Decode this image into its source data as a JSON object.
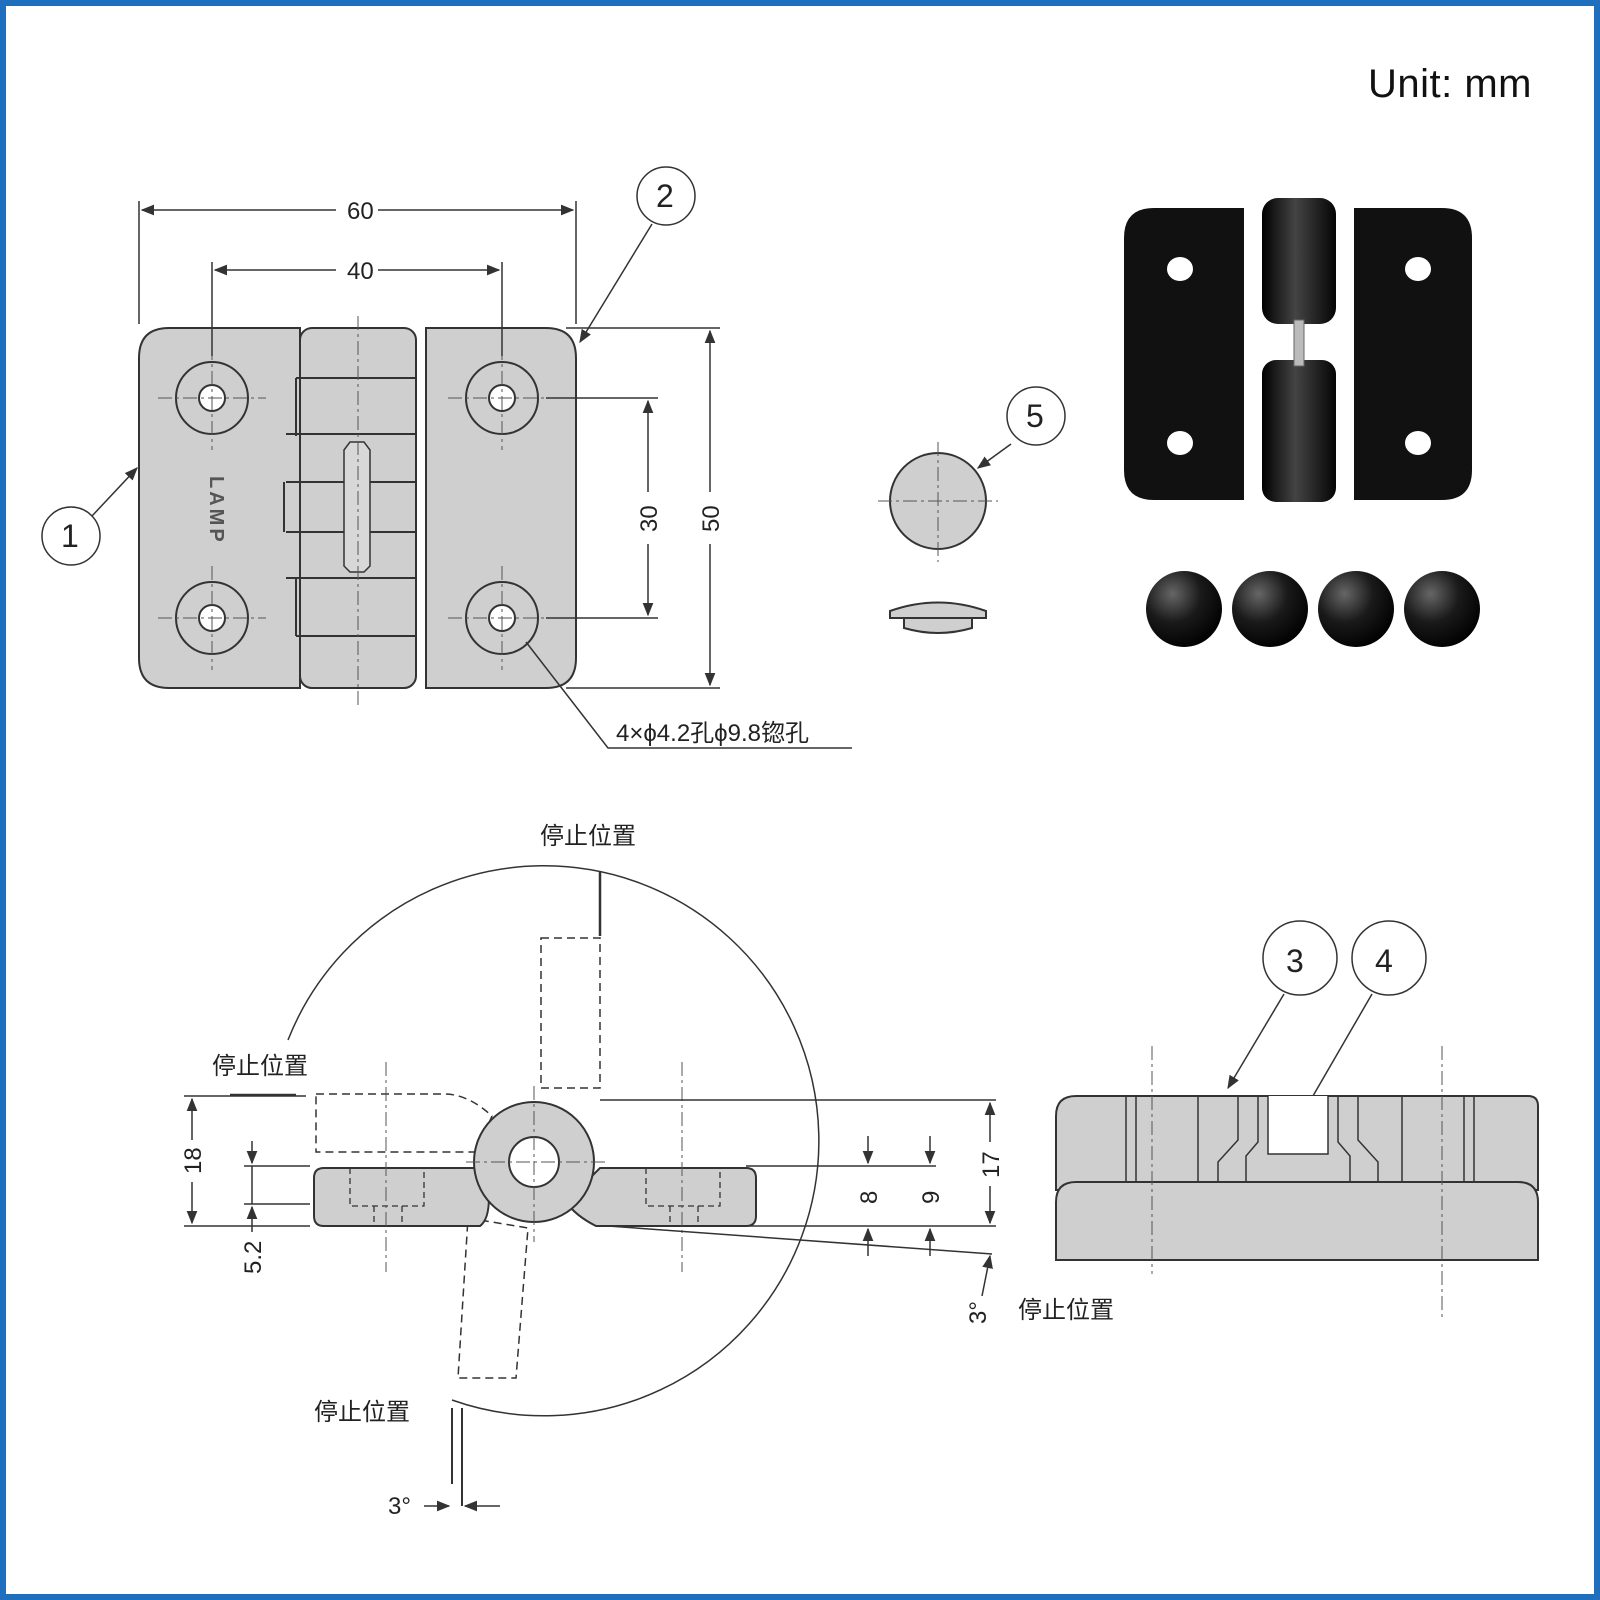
{
  "unit_label": "Unit:  mm",
  "front_view": {
    "dim_width_overall": "60",
    "dim_hole_spacing_h": "40",
    "dim_hole_spacing_v": "30",
    "dim_height_overall": "50",
    "brand_mark": "LAMP",
    "hole_note": "4×ϕ4.2孔ϕ9.8锪孔"
  },
  "callouts": [
    "1",
    "2",
    "3",
    "4",
    "5"
  ],
  "side_view": {
    "dim_height": "18",
    "dim_thickness": "5.2",
    "dim_a": "8",
    "dim_b": "9",
    "dim_c": "17",
    "angle_right": "3°",
    "angle_bottom": "3°",
    "stop_label": "停止位置"
  },
  "colors": {
    "border": "#1f6fbf",
    "part_fill": "#cfcfcf",
    "line": "#333333",
    "photo_black": "#111111"
  }
}
